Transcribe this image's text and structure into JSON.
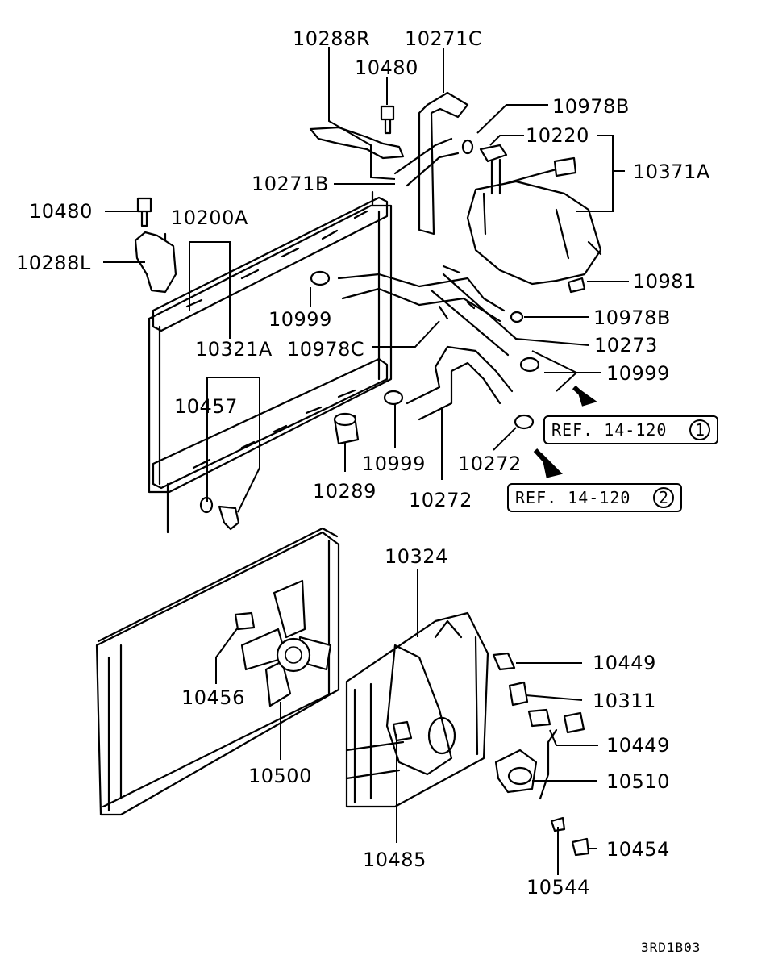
{
  "diagram": {
    "code": "3RD1B03",
    "callouts": [
      {
        "id": "10288R",
        "text": "10288R"
      },
      {
        "id": "10271C",
        "text": "10271C"
      },
      {
        "id": "10480-top",
        "text": "10480"
      },
      {
        "id": "10978B-top",
        "text": "10978B"
      },
      {
        "id": "10220",
        "text": "10220"
      },
      {
        "id": "10371A",
        "text": "10371A"
      },
      {
        "id": "10271B",
        "text": "10271B"
      },
      {
        "id": "10480-left",
        "text": "10480"
      },
      {
        "id": "10200A",
        "text": "10200A"
      },
      {
        "id": "10288L",
        "text": "10288L"
      },
      {
        "id": "10981",
        "text": "10981"
      },
      {
        "id": "10999-a",
        "text": "10999"
      },
      {
        "id": "10978B-mid",
        "text": "10978B"
      },
      {
        "id": "10321A",
        "text": "10321A"
      },
      {
        "id": "10978C",
        "text": "10978C"
      },
      {
        "id": "10273",
        "text": "10273"
      },
      {
        "id": "10999-b",
        "text": "10999"
      },
      {
        "id": "10457",
        "text": "10457"
      },
      {
        "id": "10999-c",
        "text": "10999"
      },
      {
        "id": "10272-a",
        "text": "10272"
      },
      {
        "id": "10289",
        "text": "10289"
      },
      {
        "id": "10272-b",
        "text": "10272"
      },
      {
        "id": "10324",
        "text": "10324"
      },
      {
        "id": "10449-a",
        "text": "10449"
      },
      {
        "id": "10311",
        "text": "10311"
      },
      {
        "id": "10456",
        "text": "10456"
      },
      {
        "id": "10449-b",
        "text": "10449"
      },
      {
        "id": "10510",
        "text": "10510"
      },
      {
        "id": "10500",
        "text": "10500"
      },
      {
        "id": "10454",
        "text": "10454"
      },
      {
        "id": "10485",
        "text": "10485"
      },
      {
        "id": "10544",
        "text": "10544"
      }
    ],
    "refs": [
      {
        "text": "REF. 14-120",
        "num": "1"
      },
      {
        "text": "REF. 14-120",
        "num": "2"
      }
    ]
  }
}
